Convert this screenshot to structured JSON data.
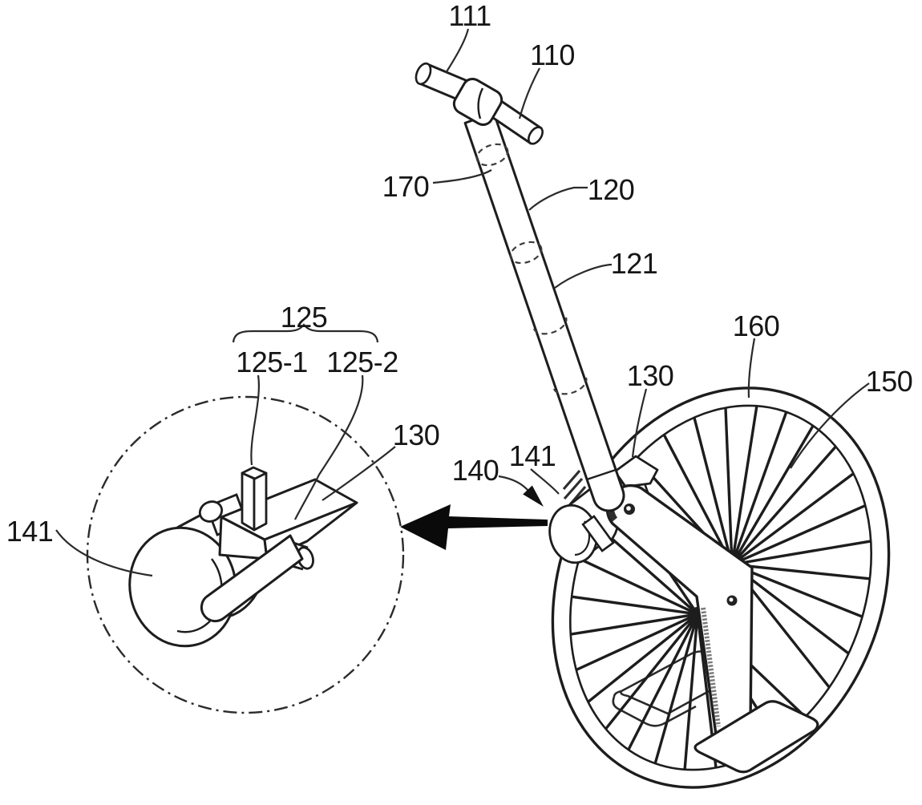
{
  "figure": {
    "type": "patent-line-drawing",
    "background": "#ffffff",
    "line_color": "#1d1d1d"
  },
  "labels": [
    {
      "id": "111",
      "text": "111"
    },
    {
      "id": "110",
      "text": "110"
    },
    {
      "id": "170",
      "text": "170"
    },
    {
      "id": "120",
      "text": "120"
    },
    {
      "id": "121",
      "text": "121"
    },
    {
      "id": "160",
      "text": "160"
    },
    {
      "id": "130-main",
      "text": "130"
    },
    {
      "id": "150",
      "text": "150"
    },
    {
      "id": "140",
      "text": "140"
    },
    {
      "id": "141-main",
      "text": "141"
    },
    {
      "id": "141-detail",
      "text": "141"
    },
    {
      "id": "125",
      "text": "125"
    },
    {
      "id": "125-1",
      "text": "125-1"
    },
    {
      "id": "125-2",
      "text": "125-2"
    },
    {
      "id": "130-detail",
      "text": "130"
    }
  ]
}
